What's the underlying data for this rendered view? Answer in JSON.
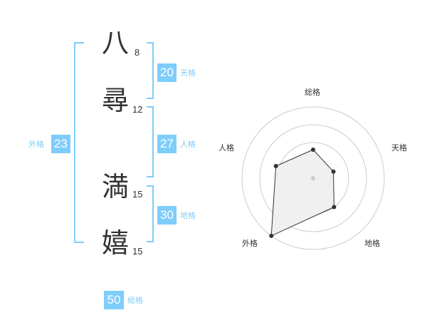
{
  "name": {
    "chars": [
      {
        "char": "八",
        "strokes": "8"
      },
      {
        "char": "尋",
        "strokes": "12"
      },
      {
        "char": "満",
        "strokes": "15"
      },
      {
        "char": "嬉",
        "strokes": "15"
      }
    ]
  },
  "fortunes": {
    "tenkaku": {
      "value": "20",
      "label": "天格"
    },
    "jinkaku": {
      "value": "27",
      "label": "人格"
    },
    "chikaku": {
      "value": "30",
      "label": "地格"
    },
    "gaikaku": {
      "value": "23",
      "label": "外格"
    },
    "soukaku": {
      "value": "50",
      "label": "総格"
    }
  },
  "colors": {
    "accent": "#7fcdfa",
    "text": "#333333",
    "grid": "#cccccc",
    "fill": "#eeeeee"
  },
  "chart_data": {
    "type": "radar",
    "axes": [
      "総格",
      "天格",
      "地格",
      "外格",
      "人格"
    ],
    "values": [
      0.4,
      0.3,
      0.5,
      1.0,
      0.55
    ],
    "rmax": 1.0,
    "rings": 4
  }
}
